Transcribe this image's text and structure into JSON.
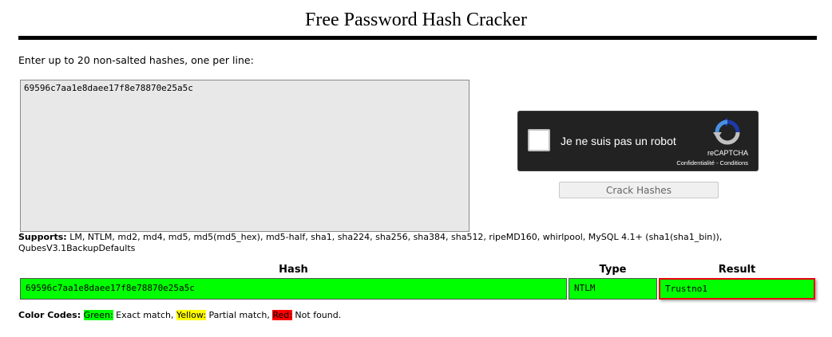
{
  "page": {
    "title": "Free Password Hash Cracker",
    "instructions": "Enter up to 20 non-salted hashes, one per line:"
  },
  "hash_input": {
    "value": "69596c7aa1e8daee17f8e78870e25a5c"
  },
  "recaptcha": {
    "label": "Je ne suis pas un robot",
    "brand": "reCAPTCHA",
    "privacy": "Confidentialité",
    "separator": " - ",
    "terms": "Conditions"
  },
  "crack_button": {
    "label": "Crack Hashes"
  },
  "supports": {
    "label": "Supports:",
    "text": " LM, NTLM, md2, md4, md5, md5(md5_hex), md5-half, sha1, sha224, sha256, sha384, sha512, ripeMD160, whirlpool, MySQL 4.1+ (sha1(sha1_bin)), QubesV3.1BackupDefaults"
  },
  "results": {
    "headers": {
      "hash": "Hash",
      "type": "Type",
      "result": "Result"
    },
    "rows": [
      {
        "hash": "69596c7aa1e8daee17f8e78870e25a5c",
        "type": "NTLM",
        "result": "Trustno1",
        "status_color": "#00ff00"
      }
    ]
  },
  "color_codes": {
    "label": "Color Codes:",
    "green": {
      "name": "Green:",
      "desc": " Exact match, ",
      "color": "#00ff00"
    },
    "yellow": {
      "name": "Yellow:",
      "desc": " Partial match, ",
      "color": "#ffff00"
    },
    "red": {
      "name": "Red:",
      "desc": " Not found.",
      "color": "#ff0000"
    }
  }
}
